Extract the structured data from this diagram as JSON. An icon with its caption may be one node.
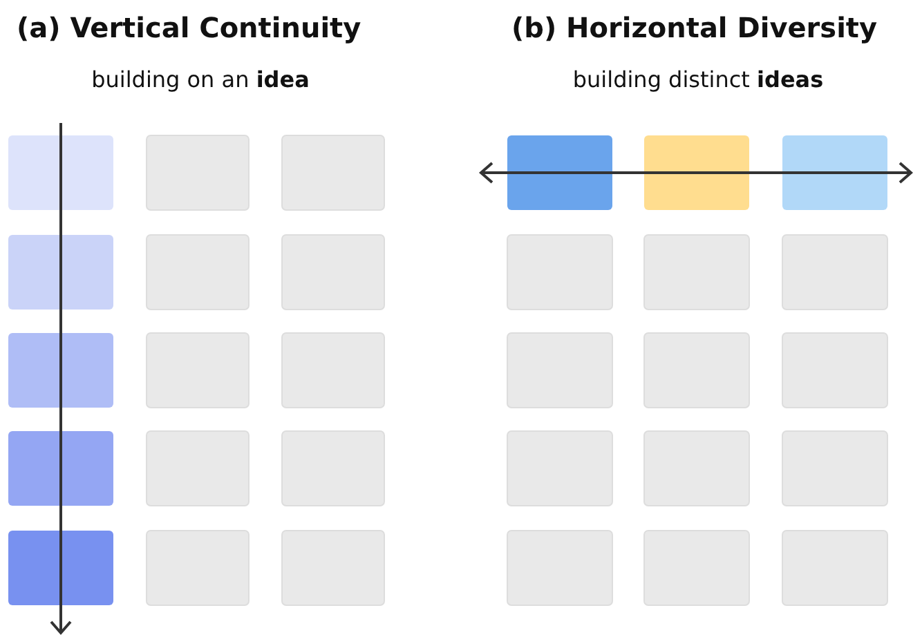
{
  "diagram": {
    "labels": [
      "(a) Vertical Continuity",
      "building on an **idea**",
      "(b) Horizontal Diversity",
      "building distinct **ideas**"
    ]
  }
}
